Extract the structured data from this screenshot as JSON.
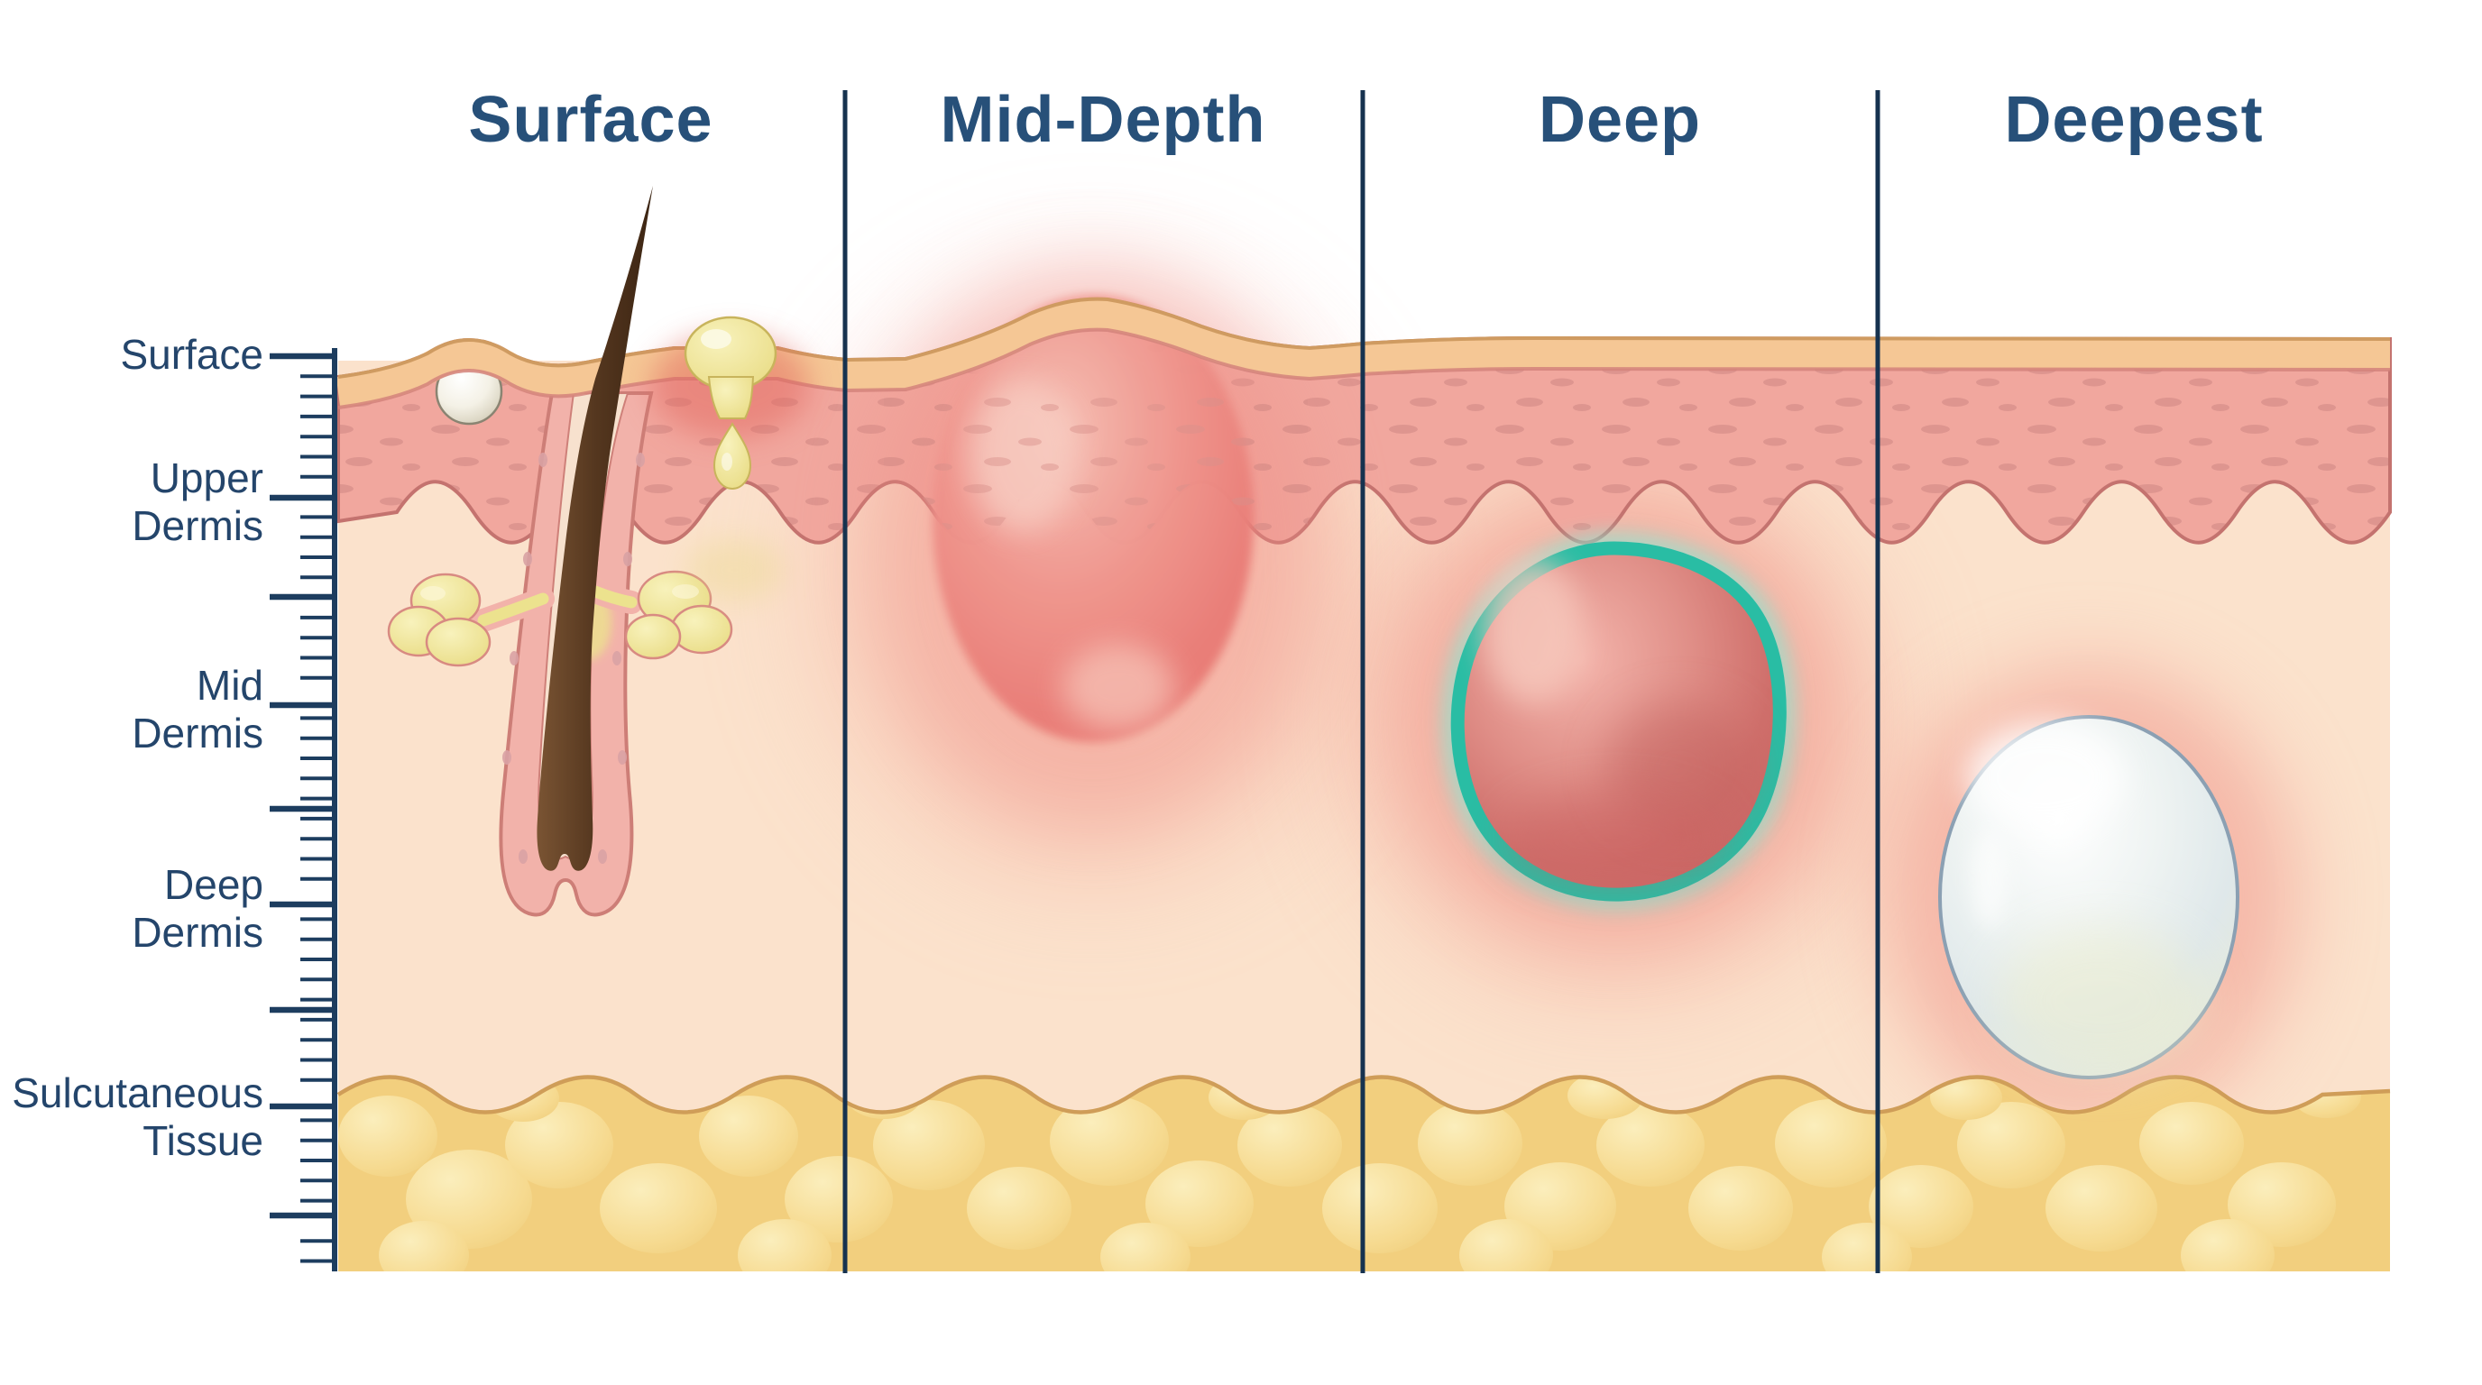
{
  "page": {
    "type": "skin-depth-comparison-diagram",
    "background": "#ffffff"
  },
  "columns": [
    {
      "label": "Surface"
    },
    {
      "label": "Mid-Depth"
    },
    {
      "label": "Deep"
    },
    {
      "label": "Deepest"
    }
  ],
  "ruler": {
    "labels": [
      {
        "text": "Surface"
      },
      {
        "text": "Upper\nDermis"
      },
      {
        "text": "Mid\nDermis"
      },
      {
        "text": "Deep\nDermis"
      },
      {
        "text": "Sulcutaneous\nTissue"
      }
    ]
  },
  "palette": {
    "heading_navy": "#275079",
    "ruler_navy": "#1d3d5f",
    "divider_navy": "#16324f",
    "surface_line": "#cf9b61",
    "stratum_corneum": "#f5c795",
    "epidermis": "#f1a79e",
    "epidermis_speckle": "#d8908b",
    "dermis": "#fbe2cc",
    "fat_base": "#f2cf7e",
    "fat_lobule": "#f7dd96",
    "fat_outline": "#cf9d58",
    "hair_brown": "#4a2f1d",
    "follicle_wall": "#f2b2aa",
    "follicle_outline": "#cd7e77",
    "sebum_yellow": "#ece28e",
    "whitehead_white": "#f2efe4",
    "papule_red": "#ec8a82",
    "nodule_red": "#cf6663",
    "nodule_ring_teal": "#2dbfa6",
    "cyst_fill": "#e3ebee",
    "cyst_outline": "#8ba0b3",
    "inflammation_halo": "#ef8d84"
  }
}
